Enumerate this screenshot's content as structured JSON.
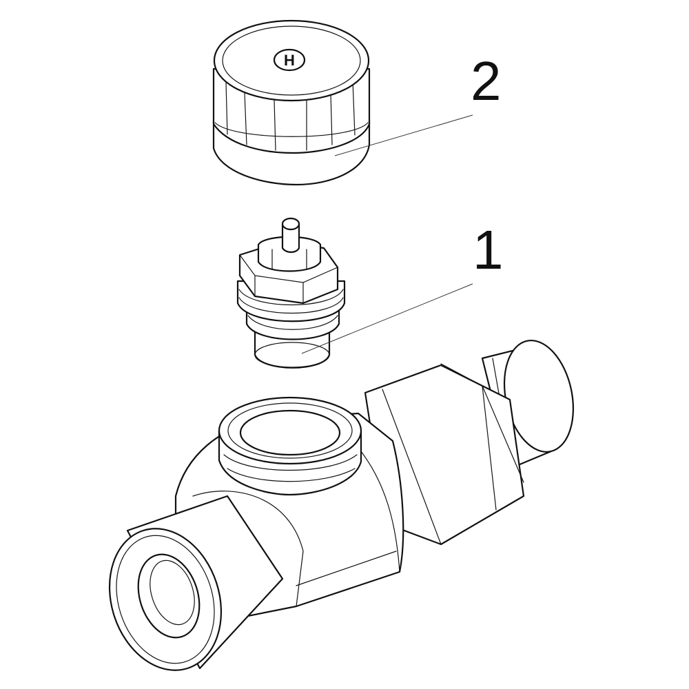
{
  "callouts": [
    {
      "id": "cap",
      "label": "2"
    },
    {
      "id": "insert",
      "label": "1"
    }
  ],
  "cap_logo": {
    "text": "H"
  },
  "colors": {
    "line": "#111111",
    "paper": "#ffffff"
  }
}
